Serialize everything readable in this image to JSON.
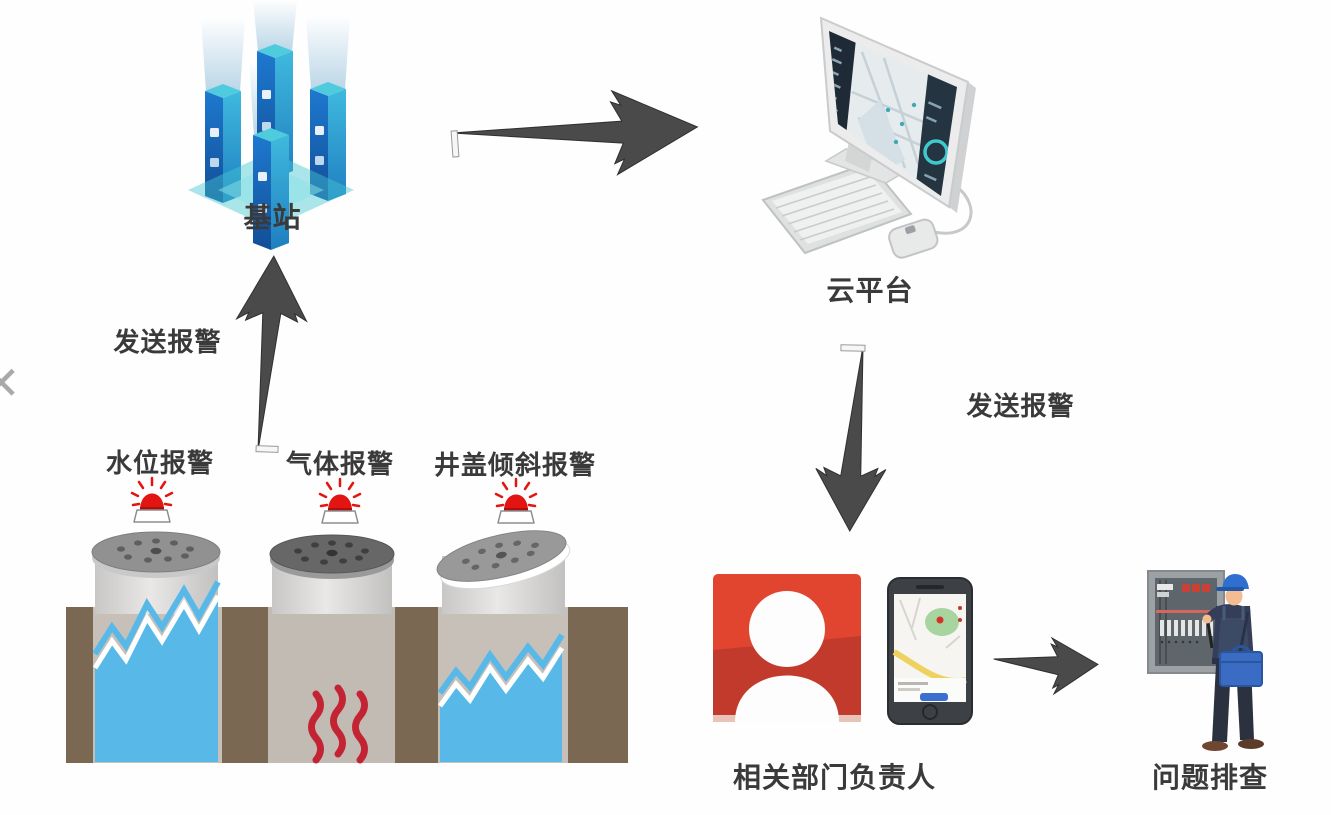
{
  "diagram": {
    "type": "flow",
    "description": "smart manhole IoT alarm flow",
    "nodes": {
      "base_station": {
        "label": "基站",
        "icon": "server-towers-icon"
      },
      "cloud_platform": {
        "label": "云平台",
        "icon": "desktop-computer-icon"
      },
      "manholes": {
        "alarms": [
          {
            "label": "水位报警",
            "icon": "siren-icon",
            "type": "water-level"
          },
          {
            "label": "气体报警",
            "icon": "siren-icon",
            "type": "gas"
          },
          {
            "label": "井盖倾斜报警",
            "icon": "siren-icon",
            "type": "cover-tilt"
          }
        ]
      },
      "department_head": {
        "label": "相关部门负责人",
        "icons": [
          "contact-card-icon",
          "smartphone-icon"
        ]
      },
      "troubleshooting": {
        "label": "问题排查",
        "icon": "worker-cabinet-icon"
      }
    },
    "arrows": [
      {
        "from": "manholes",
        "to": "base_station",
        "label": "发送报警",
        "direction": "up"
      },
      {
        "from": "base_station",
        "to": "cloud_platform",
        "label": "",
        "direction": "right"
      },
      {
        "from": "cloud_platform",
        "to": "department_head",
        "label": "发送报警",
        "direction": "down"
      },
      {
        "from": "department_head",
        "to": "troubleshooting",
        "label": "",
        "direction": "right"
      }
    ],
    "colors": {
      "arrow": "#4a4a4a",
      "tower_blue": "#1a6cc2",
      "tower_teal": "#35b6d8",
      "water_blue": "#58b9e9",
      "soil_brown": "#7a6852",
      "alarm_red": "#e21512",
      "gas_red": "#c32332",
      "contact_red": "#e2452f",
      "worker_blue": "#2f6fd0",
      "text": "#3a3a3a"
    },
    "edge_artifact": "✕"
  }
}
